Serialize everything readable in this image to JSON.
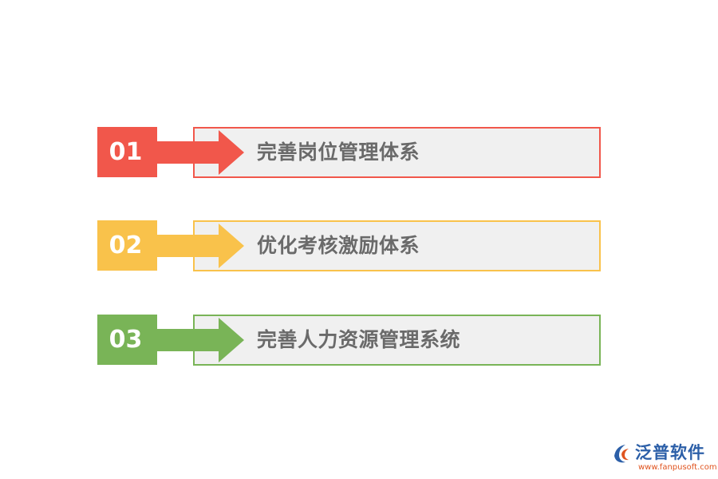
{
  "steps": [
    {
      "number": "01",
      "label": "完善岗位管理体系",
      "color": "#f1574b"
    },
    {
      "number": "02",
      "label": "优化考核激励体系",
      "color": "#f9c24b"
    },
    {
      "number": "03",
      "label": "完善人力资源管理系统",
      "color": "#79b457"
    }
  ],
  "logo": {
    "name": "泛普软件",
    "url": "www.fanpusoft.com",
    "primary_color": "#2c5fa8",
    "accent_color": "#e0541f"
  }
}
